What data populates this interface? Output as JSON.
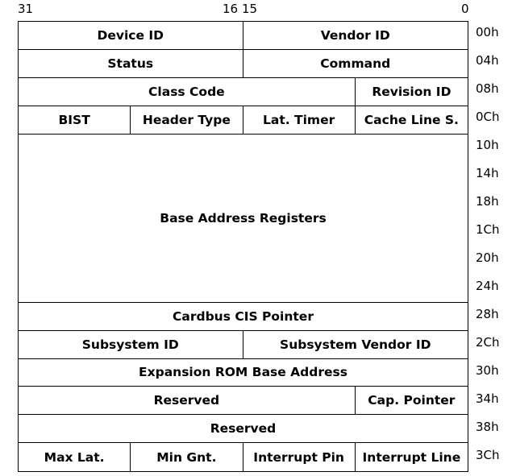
{
  "bit_labels": {
    "b31": "31",
    "b16": "16",
    "b15": "15",
    "b0": "0"
  },
  "cells": {
    "device_id": "Device ID",
    "vendor_id": "Vendor ID",
    "status": "Status",
    "command": "Command",
    "class_code": "Class Code",
    "revision_id": "Revision ID",
    "bist": "BIST",
    "header_type": "Header Type",
    "lat_timer": "Lat. Timer",
    "cache_line": "Cache Line S.",
    "bar": "Base Address Registers",
    "cardbus": "Cardbus CIS Pointer",
    "subsystem_id": "Subsystem ID",
    "subsystem_vendor_id": "Subsystem Vendor ID",
    "expansion_rom": "Expansion ROM Base Address",
    "reserved_34": "Reserved",
    "cap_pointer": "Cap. Pointer",
    "reserved_38": "Reserved",
    "max_lat": "Max Lat.",
    "min_gnt": "Min Gnt.",
    "interrupt_pin": "Interrupt Pin",
    "interrupt_line": "Interrupt Line"
  },
  "offsets": [
    "00h",
    "04h",
    "08h",
    "0Ch",
    "10h",
    "14h",
    "18h",
    "1Ch",
    "20h",
    "24h",
    "28h",
    "2Ch",
    "30h",
    "34h",
    "38h",
    "3Ch"
  ]
}
